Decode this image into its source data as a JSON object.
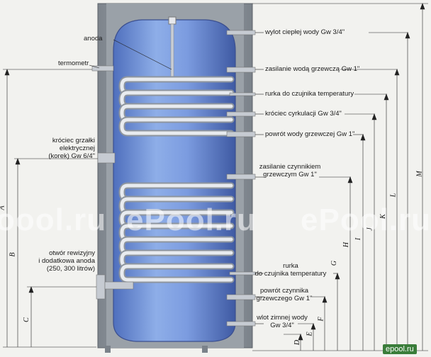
{
  "labels": {
    "anoda": "anoda",
    "termometr": "termometr",
    "krociec_grzalki": [
      "króciec grzałki",
      "elektrycznej",
      "(korek) Gw 6/4\""
    ],
    "otwor_rewizyjny": [
      "otwór rewizyjny",
      "i dodatkowa anoda",
      "(250, 300 litrów)"
    ],
    "wylot": "wylot ciepłej wody Gw 3/4\"",
    "zasilanie_woda": "zasilanie wodą grzewczą Gw 1\"",
    "rurka_gorna": "rurka do czujnika temperatury",
    "krociec_cyrkulacji": "króciec cyrkulacji Gw 3/4\"",
    "powrot_wody": "powrót wody grzewczej Gw 1\"",
    "zasilanie_czynnikiem": [
      "zasilanie czynnikiem",
      "grzewczym Gw 1\""
    ],
    "rurka_dolna": [
      "rurka",
      "do czujnika temperatury"
    ],
    "powrot_czynnika": [
      "powrót czynnika",
      "grzewczego Gw 1\""
    ],
    "wlot": [
      "wlot zimnej wody",
      "Gw 3/4\""
    ]
  },
  "dimensions": {
    "left": [
      "A",
      "B",
      "C"
    ],
    "right": [
      "D",
      "E",
      "F",
      "G",
      "H",
      "I",
      "J",
      "K",
      "L",
      "M"
    ]
  },
  "watermark": [
    "oool.ru",
    "ePool.ru",
    "ePool.ru"
  ],
  "logo": "epool.ru",
  "colors": {
    "tank_blue": "#6b8fd6",
    "insulation": "#8f969e",
    "coil": "#d7dbe2",
    "background": "#f2f2ef"
  }
}
